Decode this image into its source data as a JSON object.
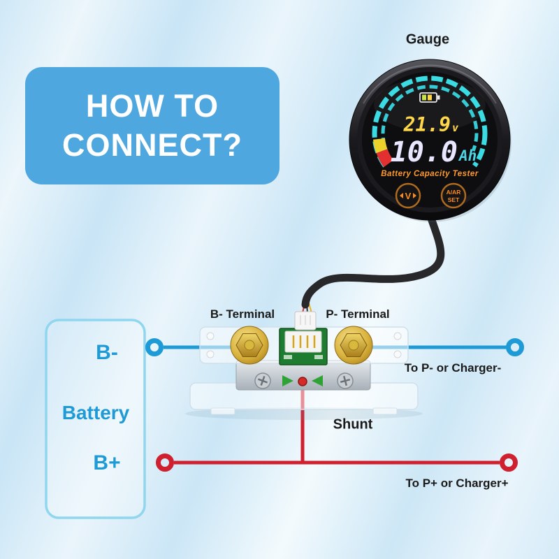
{
  "title": {
    "line1": "HOW TO",
    "line2": "CONNECT?"
  },
  "gauge": {
    "label": "Gauge",
    "voltage_value": "21.9",
    "voltage_unit": "v",
    "capacity_value": "10.0",
    "capacity_unit": "Ah",
    "caption": "Battery Capacity Tester",
    "left_button_label": "V",
    "right_button_line1": "A/AR",
    "right_button_line2": "SET"
  },
  "shunt": {
    "label": "Shunt",
    "left_terminal_label": "B- Terminal",
    "right_terminal_label": "P- Terminal"
  },
  "battery": {
    "negative_label": "B-",
    "name": "Battery",
    "positive_label": "B+"
  },
  "connections": {
    "negative_wire_label": "To P- or Charger-",
    "positive_wire_label": "To P+ or Charger+"
  },
  "colors": {
    "title_background": "#4fa7e0",
    "title_text": "#ffffff",
    "battery_outline": "#90d6ef",
    "battery_text": "#1e9ad6",
    "negative_wire": "#1e9ad6",
    "positive_wire": "#cf2030",
    "label_text": "#1a1a1a",
    "arc_cyan": "#3bdbe3",
    "arc_red": "#e23030",
    "arc_yellow": "#ecd22a",
    "voltage_text": "#ffd84a",
    "capacity_text": "#e9e7ff",
    "capacity_unit_text": "#4fd4e4",
    "caption_text": "#ff9a2a",
    "button_text": "#ff8c1a"
  }
}
